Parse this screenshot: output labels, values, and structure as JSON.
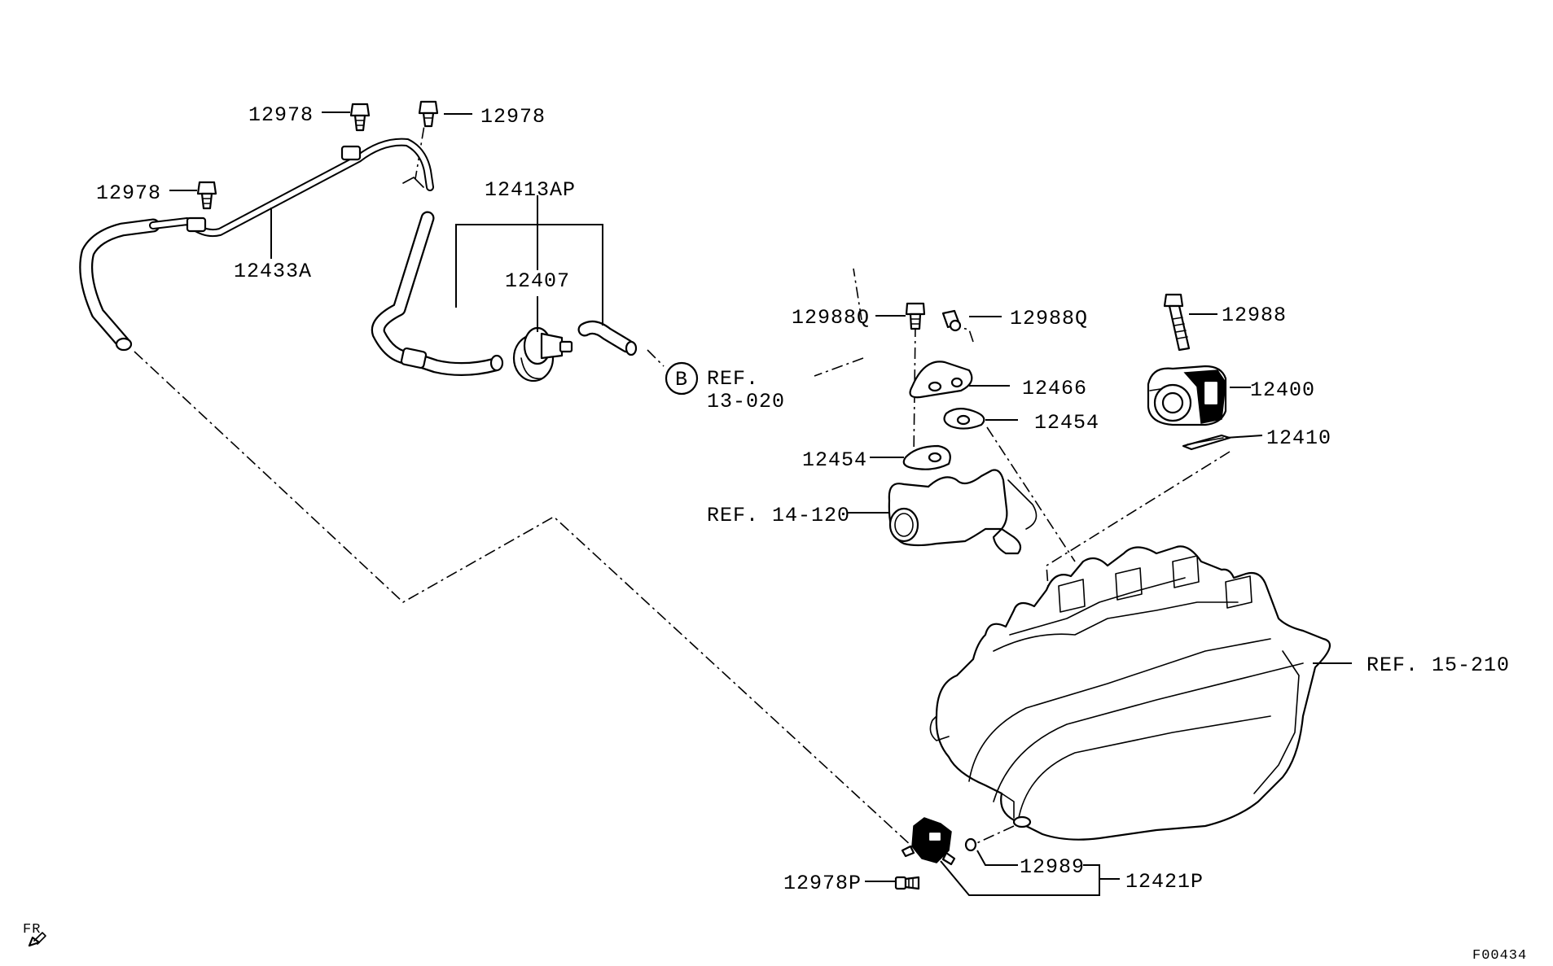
{
  "labels": {
    "bolt_top_left": "12978",
    "bolt_top_right": "12978",
    "bolt_left": "12978",
    "pipe_assembly": "12433A",
    "hose_set": "12413AP",
    "damper": "12407",
    "ref_b_letter": "B",
    "ref_b_line1": "REF.",
    "ref_b_line2": "13-020",
    "bolt_q_left": "12988Q",
    "bolt_q_right": "12988Q",
    "bolt_12988": "12988",
    "gasket_12466": "12466",
    "valve_12400": "12400",
    "gasket_upper_12454": "12454",
    "gasket_12410": "12410",
    "gasket_lower_12454": "12454",
    "ref_14_120": "REF. 14-120",
    "ref_15_210": "REF. 15-210",
    "oring_12989": "12989",
    "sensor_12421p": "12421P",
    "bolt_12978p": "12978P",
    "fr_mark": "FR",
    "figure_code": "F00434"
  },
  "colors": {
    "ink": "#000000",
    "paper": "#ffffff"
  }
}
